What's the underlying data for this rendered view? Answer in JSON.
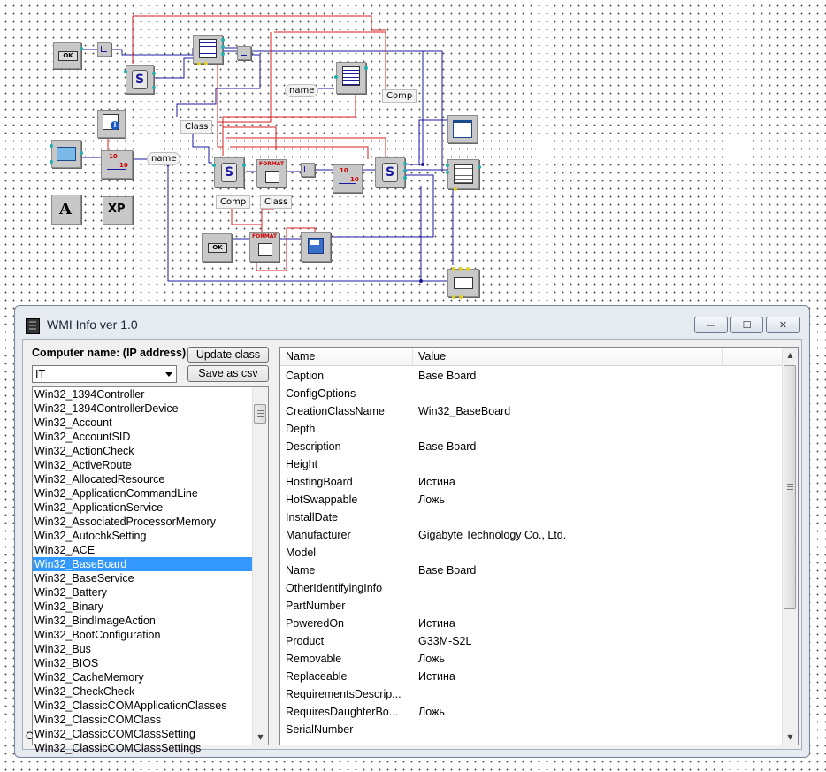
{
  "canvas": {
    "labels": {
      "name_top": "name",
      "comp_top": "Comp",
      "class_mid": "Class",
      "name_left": "name",
      "comp_bottom": "Comp",
      "class_bottom": "Class"
    },
    "icons": {
      "ok": "OK",
      "format": "FORMAT",
      "ten": "10",
      "font_a": "A",
      "xp": "XP"
    }
  },
  "window": {
    "title": "WMI Info ver 1.0",
    "buttons": {
      "minimize": "—",
      "maximize": "☐",
      "close": "✕"
    }
  },
  "form": {
    "computer_label": "Computer name: (IP address)",
    "computer_value": "IT",
    "update_btn": "Update class",
    "save_btn": "Save as csv",
    "status_text": "C"
  },
  "classes": {
    "items": [
      "Win32_1394Controller",
      "Win32_1394ControllerDevice",
      "Win32_Account",
      "Win32_AccountSID",
      "Win32_ActionCheck",
      "Win32_ActiveRoute",
      "Win32_AllocatedResource",
      "Win32_ApplicationCommandLine",
      "Win32_ApplicationService",
      "Win32_AssociatedProcessorMemory",
      "Win32_AutochkSetting",
      "Win32_ACE",
      "Win32_BaseBoard",
      "Win32_BaseService",
      "Win32_Battery",
      "Win32_Binary",
      "Win32_BindImageAction",
      "Win32_BootConfiguration",
      "Win32_Bus",
      "Win32_BIOS",
      "Win32_CacheMemory",
      "Win32_CheckCheck",
      "Win32_ClassicCOMApplicationClasses",
      "Win32_ClassicCOMClass",
      "Win32_ClassicCOMClassSetting",
      "Win32_ClassicCOMClassSettings"
    ],
    "selected": "Win32_BaseBoard"
  },
  "grid": {
    "headers": {
      "name": "Name",
      "value": "Value"
    },
    "rows": [
      {
        "name": "Caption",
        "value": "Base Board"
      },
      {
        "name": "ConfigOptions",
        "value": ""
      },
      {
        "name": "CreationClassName",
        "value": "Win32_BaseBoard"
      },
      {
        "name": "Depth",
        "value": ""
      },
      {
        "name": "Description",
        "value": "Base Board"
      },
      {
        "name": "Height",
        "value": ""
      },
      {
        "name": "HostingBoard",
        "value": "Истина"
      },
      {
        "name": "HotSwappable",
        "value": "Ложь"
      },
      {
        "name": "InstallDate",
        "value": ""
      },
      {
        "name": "Manufacturer",
        "value": "Gigabyte Technology Co., Ltd."
      },
      {
        "name": "Model",
        "value": ""
      },
      {
        "name": "Name",
        "value": "Base Board"
      },
      {
        "name": "OtherIdentifyingInfo",
        "value": ""
      },
      {
        "name": "PartNumber",
        "value": ""
      },
      {
        "name": "PoweredOn",
        "value": "Истина"
      },
      {
        "name": "Product",
        "value": "G33M-S2L"
      },
      {
        "name": "Removable",
        "value": "Ложь"
      },
      {
        "name": "Replaceable",
        "value": "Истина"
      },
      {
        "name": "RequirementsDescrip...",
        "value": ""
      },
      {
        "name": "RequiresDaughterBo...",
        "value": "Ложь"
      },
      {
        "name": "SerialNumber",
        "value": ""
      }
    ]
  }
}
